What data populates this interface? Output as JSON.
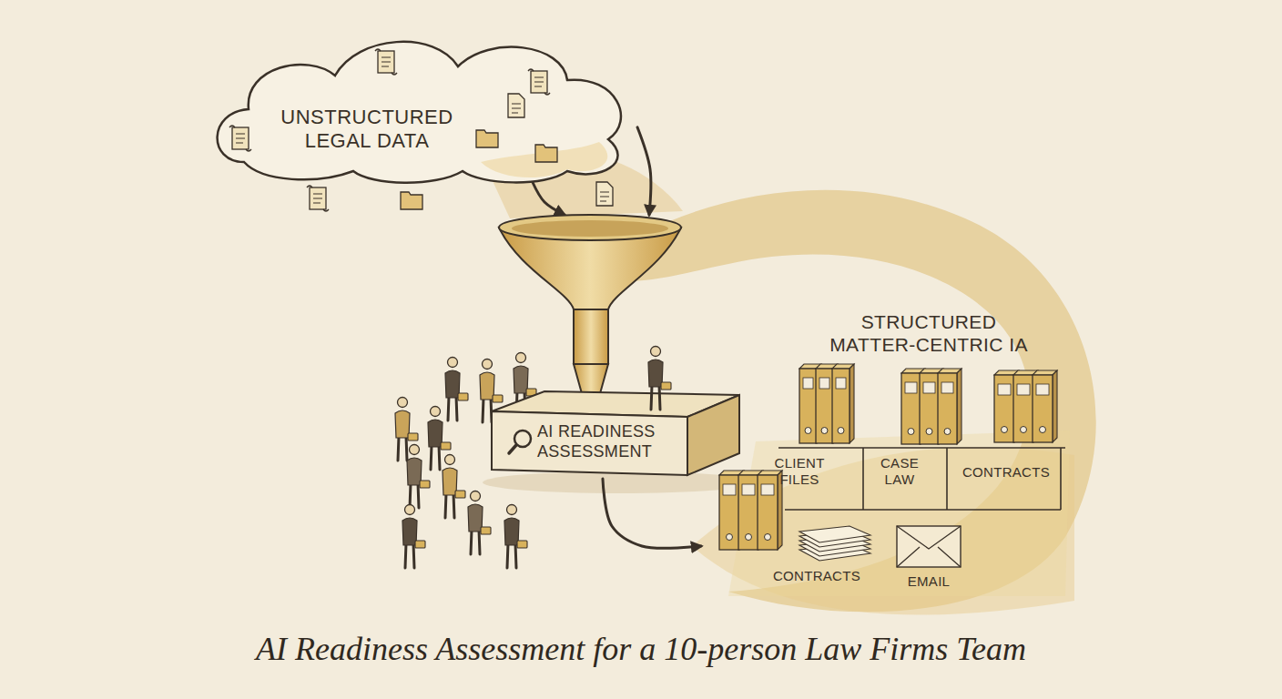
{
  "diagram": {
    "title": "AI Readiness Assessment for a 10-person Law Firms Team",
    "nodes": [
      {
        "text": [
          "UNSTRUCTURED LEGAL DATA"
        ]
      },
      {
        "text": [
          "AI READINESS ASSESSMENT"
        ]
      },
      {
        "text": [
          "STRUCTURED MATTER-CENTRIC IA"
        ]
      }
    ],
    "edges": [
      {
        "from": 0,
        "to": 1,
        "arrow": "to"
      },
      {
        "from": 0,
        "to": 1,
        "arrow": "to"
      },
      {
        "from": 1,
        "to": 2,
        "arrow": "to"
      }
    ],
    "labels": [
      "CLIENT FILES",
      "CASE LAW",
      "CONTRACTS",
      "CONTRACTS",
      "EMAIL"
    ]
  }
}
